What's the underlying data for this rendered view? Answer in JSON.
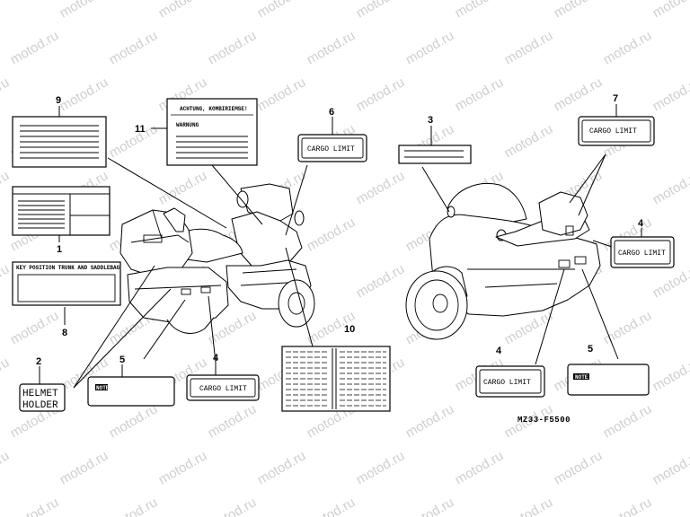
{
  "watermark": "motod.ru",
  "code": "MZ33-F5500",
  "callouts": {
    "c1": "1",
    "c2": "2",
    "c3": "3",
    "c4a": "4",
    "c4b": "4",
    "c4c": "4",
    "c5a": "5",
    "c5b": "5",
    "c6": "6",
    "c7": "7",
    "c8": "8",
    "c9": "9",
    "c10": "10",
    "c11": "11"
  },
  "labels": {
    "cargo_limit": "CARGO LIMIT",
    "warning_line1": "ACHTUNG, KOMBIRIEMSE!",
    "warning_line2": "WARNUNG",
    "key_position": "KEY POSITION TRUNK AND SADDLEBAG",
    "helmet_line1": "HELMET",
    "helmet_line2": "HOLDER",
    "note": "NOTE"
  }
}
